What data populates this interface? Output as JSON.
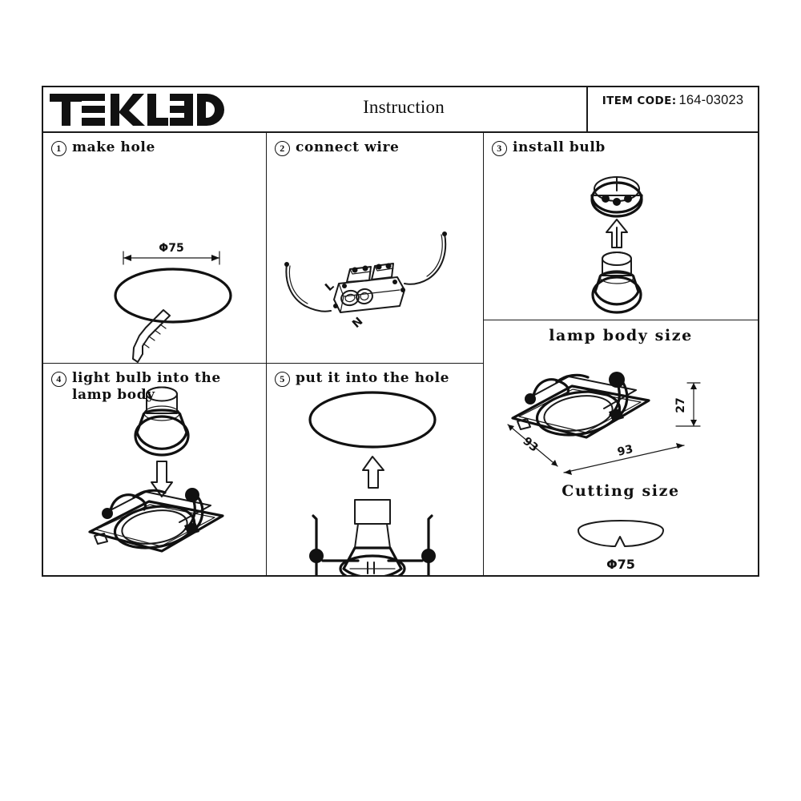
{
  "header": {
    "brand": "TEKLED",
    "title": "Instruction",
    "item_code_label": "ITEM CODE:",
    "item_code_value": "164-03023"
  },
  "steps": [
    {
      "num": "1",
      "label": "make hole",
      "dimension": "Φ75"
    },
    {
      "num": "2",
      "label": "connect wire",
      "wire_live": "L",
      "wire_neutral": "N"
    },
    {
      "num": "3",
      "label": "install   bulb"
    },
    {
      "num": "4",
      "label": "light bulb into the\nlamp body"
    },
    {
      "num": "5",
      "label": "put it into the hole"
    }
  ],
  "specs": {
    "lamp_body_title": "lamp body size",
    "lamp_body_width": "93",
    "lamp_body_depth": "93",
    "lamp_body_height": "27",
    "cutting_title": "Cutting size",
    "cutting_diameter": "Φ75"
  },
  "colors": {
    "ink": "#1a1a1a",
    "paper": "#ffffff"
  }
}
